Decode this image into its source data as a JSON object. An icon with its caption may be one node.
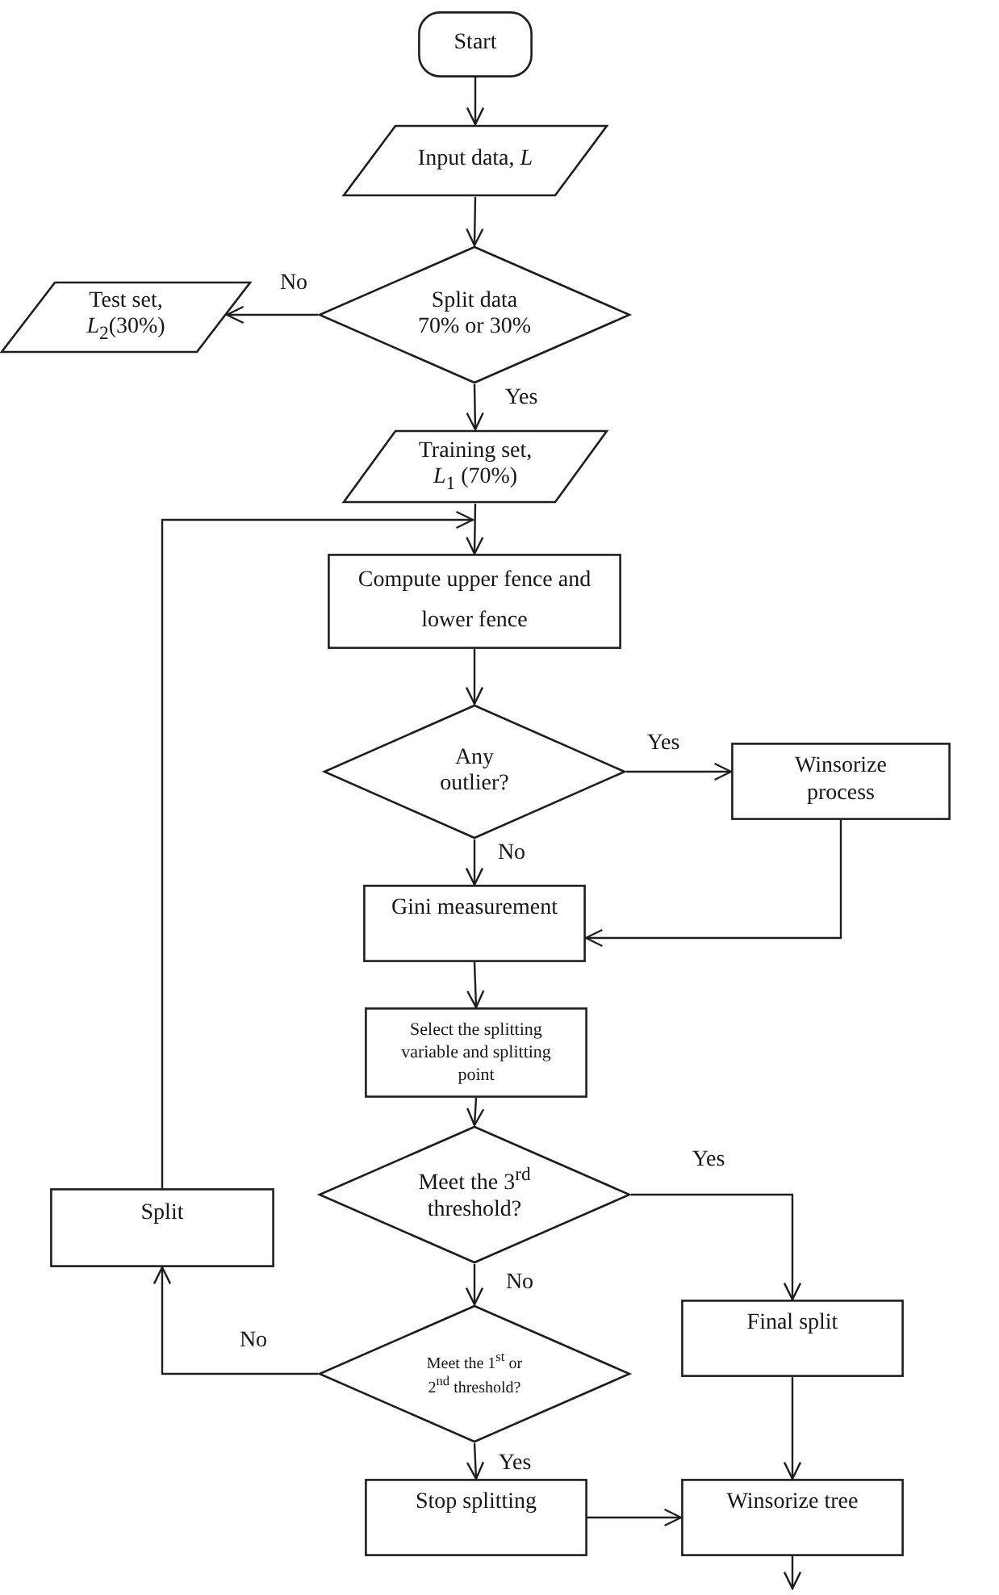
{
  "diagram": {
    "nodes": [
      {
        "text": [
          "Start"
        ]
      },
      {
        "text": [
          "Input data, *L*"
        ]
      },
      {
        "text": [
          "Split data 70% or 30%"
        ]
      },
      {
        "text": [
          "Test set, *L*$_{2}$(30%)"
        ]
      },
      {
        "text": [
          "Training set, *L*$_{1}$ (70%)"
        ]
      },
      {
        "text": [
          "Compute upper fence and lower fence"
        ]
      },
      {
        "text": [
          "Any outlier?"
        ]
      },
      {
        "text": [
          "Winsorize process"
        ]
      },
      {
        "text": [
          "Gini measurement"
        ]
      },
      {
        "text": [
          "Select the splitting variable and splitting point"
        ]
      },
      {
        "text": [
          "Meet the 3$^{rd}$ threshold?"
        ]
      },
      {
        "text": [
          "Split"
        ]
      },
      {
        "text": [
          "Meet the 1$^{st}$ or 2$^{nd}$ threshold?"
        ]
      },
      {
        "text": [
          "Final split"
        ]
      },
      {
        "text": [
          "Stop splitting"
        ]
      },
      {
        "text": [
          "Winsorize tree"
        ]
      }
    ],
    "edges": [
      {
        "from": 0,
        "to": 1,
        "arrow": "to"
      },
      {
        "from": 1,
        "to": 2,
        "arrow": "to"
      },
      {
        "from": 2,
        "to": 3,
        "arrow": "to",
        "label": "No"
      },
      {
        "from": 2,
        "to": 4,
        "arrow": "to",
        "label": "Yes"
      },
      {
        "from": 4,
        "to": 5,
        "arrow": "to"
      },
      {
        "from": 11,
        "to": 5,
        "arrow": "to"
      },
      {
        "from": 5,
        "to": 6,
        "arrow": "to"
      },
      {
        "from": 6,
        "to": 7,
        "arrow": "to",
        "label": "Yes"
      },
      {
        "from": 6,
        "to": 8,
        "arrow": "to",
        "label": "No"
      },
      {
        "from": 7,
        "to": 8,
        "arrow": "to"
      },
      {
        "from": 8,
        "to": 9,
        "arrow": "to"
      },
      {
        "from": 9,
        "to": 10,
        "arrow": "to"
      },
      {
        "from": 10,
        "to": 13,
        "arrow": "to",
        "label": "Yes"
      },
      {
        "from": 10,
        "to": 12,
        "arrow": "to",
        "label": "No"
      },
      {
        "from": 12,
        "to": 11,
        "arrow": "to",
        "label": "No"
      },
      {
        "from": 12,
        "to": 14,
        "arrow": "to",
        "label": "Yes"
      },
      {
        "from": 13,
        "to": 15,
        "arrow": "to"
      },
      {
        "from": 14,
        "to": 15,
        "arrow": "to"
      },
      {
        "from": 15,
        "to": null,
        "arrow": "to"
      }
    ]
  }
}
